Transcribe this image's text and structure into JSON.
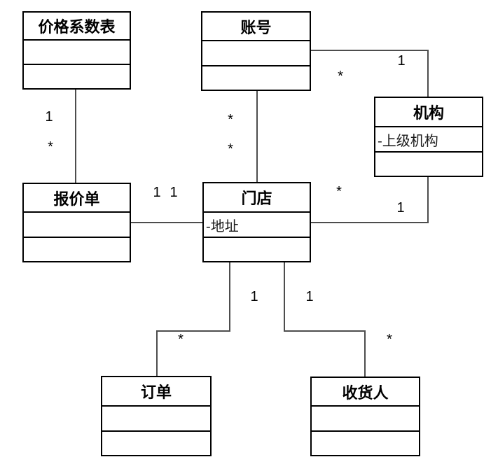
{
  "diagram": {
    "type": "uml-class-diagram",
    "classes": [
      {
        "id": "price-coefficient-table",
        "name": "价格系数表",
        "attributes": [],
        "operations": []
      },
      {
        "id": "account",
        "name": "账号",
        "attributes": [],
        "operations": []
      },
      {
        "id": "organization",
        "name": "机构",
        "attributes": [
          "-上级机构"
        ],
        "operations": []
      },
      {
        "id": "quotation",
        "name": "报价单",
        "attributes": [],
        "operations": []
      },
      {
        "id": "store",
        "name": "门店",
        "attributes": [
          "-地址"
        ],
        "operations": []
      },
      {
        "id": "order",
        "name": "订单",
        "attributes": [],
        "operations": []
      },
      {
        "id": "consignee",
        "name": "收货人",
        "attributes": [],
        "operations": []
      }
    ],
    "associations": [
      {
        "from": "价格系数表",
        "to": "报价单",
        "from_multiplicity": "1",
        "to_multiplicity": "*"
      },
      {
        "from": "账号",
        "to": "门店",
        "from_multiplicity": "*",
        "to_multiplicity": "*"
      },
      {
        "from": "账号",
        "to": "机构",
        "from_multiplicity": "*",
        "to_multiplicity": "1"
      },
      {
        "from": "报价单",
        "to": "门店",
        "from_multiplicity": "1",
        "to_multiplicity": "1"
      },
      {
        "from": "门店",
        "to": "机构",
        "from_multiplicity": "*",
        "to_multiplicity": "1"
      },
      {
        "from": "门店",
        "to": "订单",
        "from_multiplicity": "1",
        "to_multiplicity": "*"
      },
      {
        "from": "门店",
        "to": "收货人",
        "from_multiplicity": "1",
        "to_multiplicity": "*"
      }
    ],
    "colors": {
      "background": "#ffffff",
      "box_border": "#000000",
      "connector": "#4d4d4d",
      "text": "#000000"
    }
  }
}
